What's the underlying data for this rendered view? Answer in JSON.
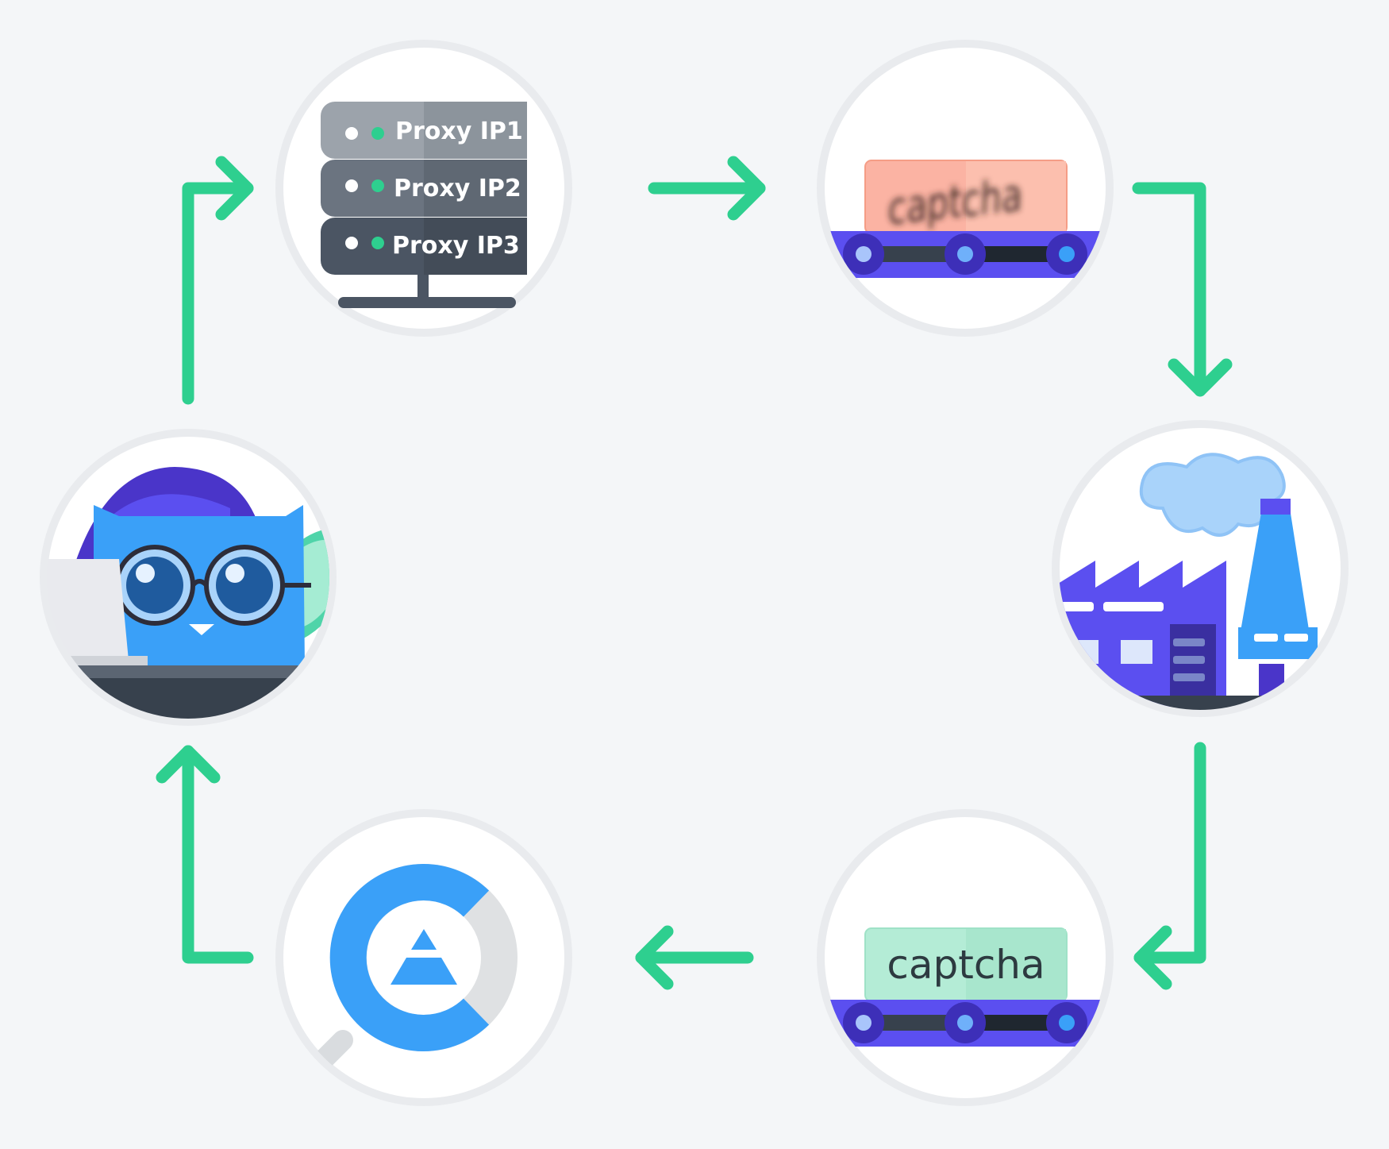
{
  "proxy_server": {
    "ips": [
      "Proxy IP1",
      "Proxy IP2",
      "Proxy IP3"
    ]
  },
  "captcha_distorted": {
    "text": "captcha"
  },
  "captcha_clean": {
    "label": "captcha"
  },
  "colors": {
    "background": "#f4f6f8",
    "arrow": "#2ecf8f",
    "circle_ring": "#e9ebee",
    "circle_fill": "#ffffff",
    "conveyor": "#5b4ff0",
    "accent_blue": "#3aa0f8",
    "server_dark": "#4b5563",
    "captcha_red": "#fbb3a3",
    "captcha_green": "#b4ecd6"
  }
}
